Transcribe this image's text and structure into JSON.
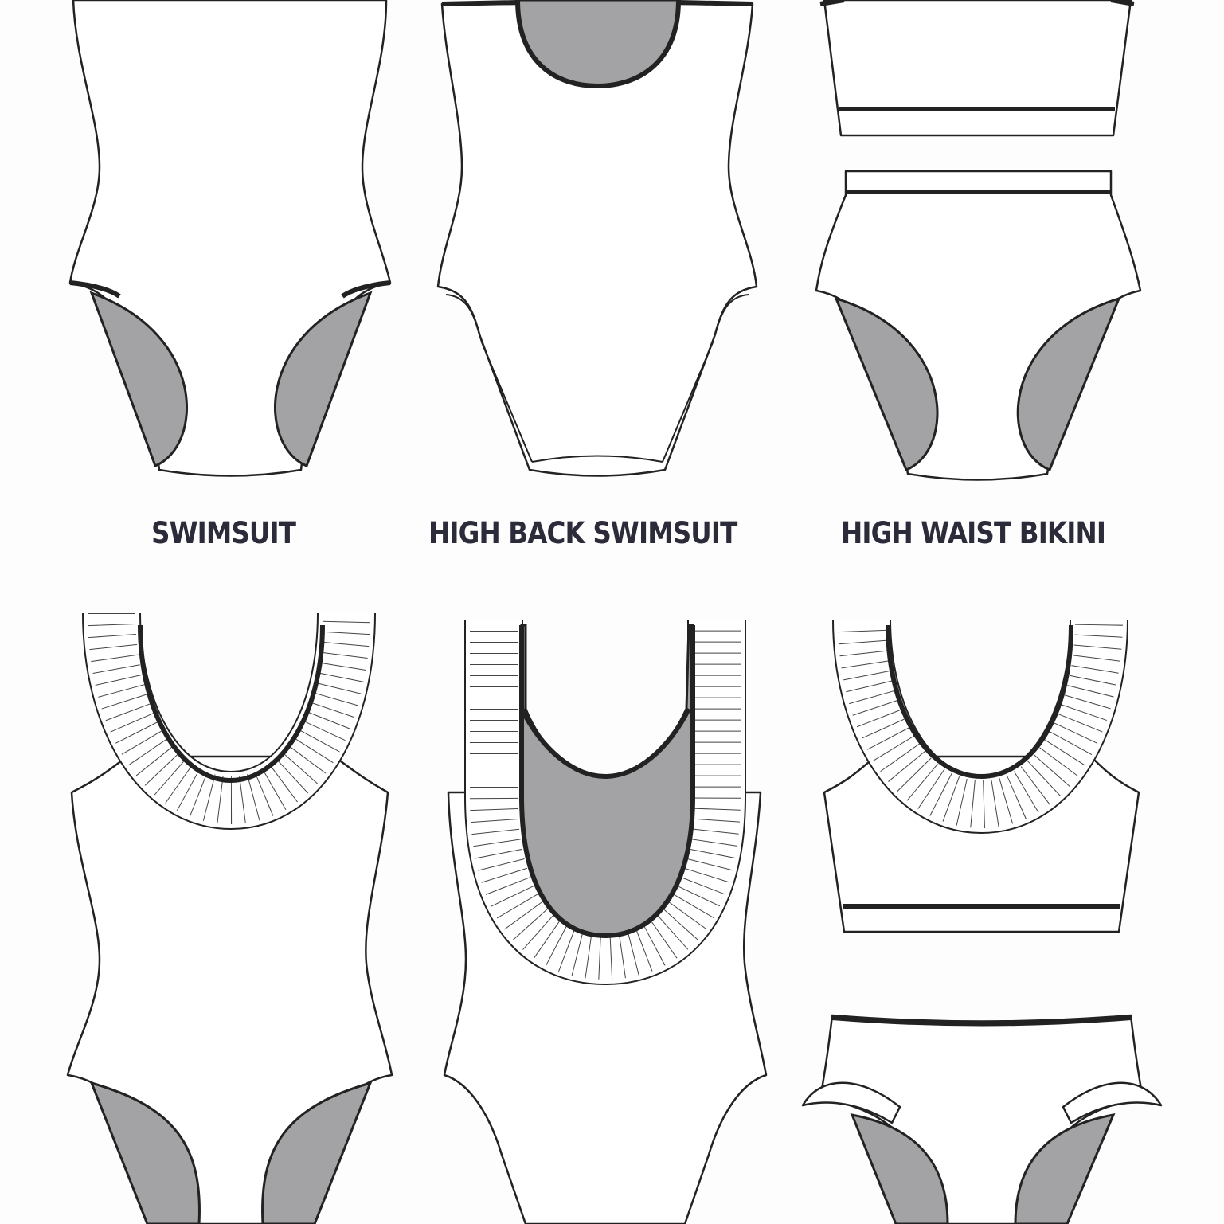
{
  "labels": {
    "swimsuit": "SWIMSUIT",
    "high_back_swimsuit": "HIGH BACK SWIMSUIT",
    "high_waist_bikini": "HIGH WAIST BIKINI"
  },
  "colors": {
    "lining": "#a3a3a5",
    "outline": "#222222",
    "label": "#2b2b3a"
  }
}
